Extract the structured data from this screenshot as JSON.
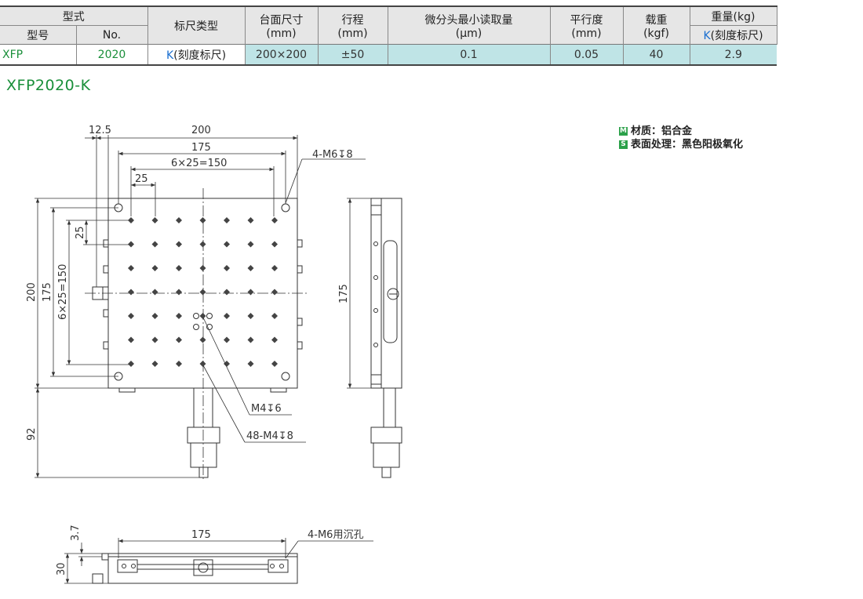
{
  "table": {
    "h_type": "型式",
    "h_model": "型号",
    "h_no": "No.",
    "h_scale": "标尺类型",
    "h_size": "台面尺寸",
    "h_size_unit": "(mm)",
    "h_stroke": "行程",
    "h_stroke_unit": "(mm)",
    "h_min_read": "微分头最小读取量",
    "h_min_read_unit": "(μm)",
    "h_parallel": "平行度",
    "h_parallel_unit": "(mm)",
    "h_load": "载重",
    "h_load_unit": "(kgf)",
    "h_weight": "重量(kg)",
    "h_weight_k": "K",
    "h_weight_k_rest": "(刻度标尺)",
    "model": "XFP",
    "no": "2020",
    "scale_k": "K",
    "scale_rest": "(刻度标尺)",
    "size": "200×200",
    "stroke": "±50",
    "min_read": "0.1",
    "parallel": "0.05",
    "load": "40",
    "weight": "2.9"
  },
  "model_title": "XFP2020-K",
  "notes": {
    "material_badge": "M",
    "material": "材质：铝合金",
    "surface_badge": "S",
    "surface": "表面处理：黑色阳极氧化"
  },
  "dims": {
    "d12_5": "12.5",
    "d200_top": "200",
    "d175_top": "175",
    "d6x25": "6×25=150",
    "d25_top": "25",
    "hole_m6": "4-M6",
    "hole_m6_depth": "8",
    "d25_left": "25",
    "d200_left": "200",
    "d175_left": "175",
    "d6x25_left": "6×25=150",
    "hole_m4": "M4",
    "hole_m4_depth": "6",
    "hole_48m4": "48-M4",
    "hole_48m4_depth": "8",
    "d92": "92",
    "d175_side": "175",
    "d3_7": "3.7",
    "d30": "30",
    "d175_bottom": "175",
    "hole_cb": "4-M6用沉孔"
  }
}
